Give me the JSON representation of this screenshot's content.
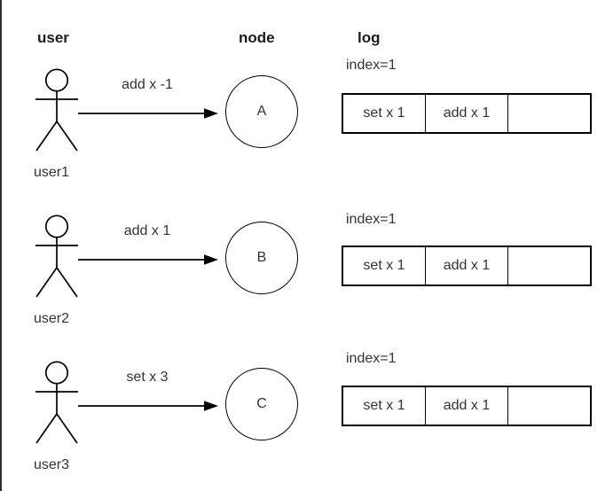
{
  "diagram": {
    "columns": {
      "user": "user",
      "node": "node",
      "log": "log"
    },
    "rows": [
      {
        "user_name": "user1",
        "message": "add x -1",
        "node_label": "A",
        "log": {
          "index_label": "index=1",
          "entries": [
            "set x 1",
            "add x 1",
            ""
          ]
        }
      },
      {
        "user_name": "user2",
        "message": "add x 1",
        "node_label": "B",
        "log": {
          "index_label": "index=1",
          "entries": [
            "set x 1",
            "add x 1",
            ""
          ]
        }
      },
      {
        "user_name": "user3",
        "message": "set x 3",
        "node_label": "C",
        "log": {
          "index_label": "index=1",
          "entries": [
            "set x 1",
            "add x 1",
            ""
          ]
        }
      }
    ],
    "colors": {
      "stroke": "#000000",
      "text": "#333333",
      "background": "#ffffff",
      "left_border": "#2e2e2e"
    }
  }
}
